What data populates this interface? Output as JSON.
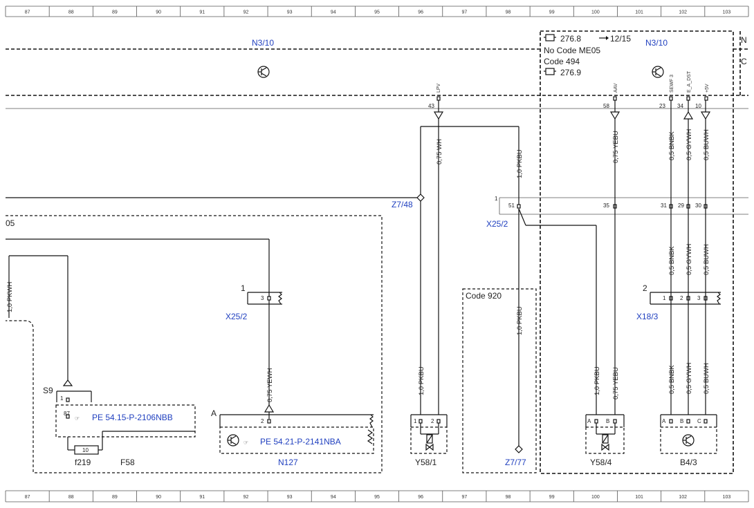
{
  "ruler": [
    "87",
    "88",
    "89",
    "90",
    "91",
    "92",
    "93",
    "94",
    "95",
    "96",
    "97",
    "98",
    "99",
    "100",
    "101",
    "102",
    "103"
  ],
  "labels": {
    "n3_10_left": "N3/10",
    "n3_10_right": "N3/10",
    "right_edge_n": "N",
    "right_edge_c": "C",
    "engine_276_8": "276.8",
    "ref_12_15": "12/15",
    "no_code": "No  Code ME05",
    "code_494": "Code 494",
    "engine_276_9": "276.9",
    "z7_48": "Z7/48",
    "x25_2_mid": "X25/2",
    "x25_2_left": "X25/2",
    "x18_3": "X18/3",
    "code_920": "Code 920",
    "z7_77": "Z7/77",
    "s9": "S9",
    "f219": "f219",
    "f58": "F58",
    "n127": "N127",
    "y58_1": "Y58/1",
    "y58_4": "Y58/4",
    "b4_3": "B4/3",
    "pe_2106": "PE 54.15-P-2106NBB",
    "pe_2141": "PE 54.21-P-2141NBA",
    "frag_05": "05"
  },
  "signals": {
    "lpv": "LPV",
    "aav": "AAV",
    "sewf3": "SEWF 3",
    "e_a_dst": "E_A_DST",
    "plus5v": "+5V"
  },
  "pins": {
    "p43": "43",
    "p58": "58",
    "p23": "23",
    "p34": "34",
    "p10": "10",
    "p51": "51",
    "p35": "35",
    "p31": "31",
    "p29": "29",
    "p30": "30",
    "c1_mid": "1",
    "c1_x25": "1",
    "p3_x25": "3",
    "c2_x18": "2",
    "x18_1": "1",
    "x18_2": "2",
    "x18_3": "3",
    "s9_1": "1",
    "s9_87": "87",
    "fuse_10": "10",
    "n127_a": "A",
    "n127_2": "2",
    "y58_1_1": "1",
    "y58_1_2": "2",
    "y58_4_a": "A",
    "y58_4_b": "B",
    "b4_3_a": "A",
    "b4_3_b": "B",
    "b4_3_c": "C"
  },
  "wires": {
    "w_075_wh": "0,75 WH",
    "w_10_pkbu_top": "1,0 PKBU",
    "w_075_yebu_top": "0,75 YEBU",
    "w_05_bnbk_top": "0,5 BNBK",
    "w_05_gywh_top": "0,5 GYWH",
    "w_05_buwh_top": "0,5 BUWH",
    "w_05_bnbk_mid": "0,5 BNBK",
    "w_05_gywh_mid": "0,5 GYWH",
    "w_05_buwh_mid": "0,5 BUWH",
    "w_05_bnbk_bot": "0,5 BNBK",
    "w_05_gywh_bot": "0,5 GYWH",
    "w_05_buwh_bot": "0,5 BUWH",
    "w_10_pkbu_mid": "1,0 PKBU",
    "w_10_pkbu_y581": "1,0 PKBU",
    "w_10_pkbu_y584": "1,0 PKBU",
    "w_075_yebu_y584": "0,75 YEBU",
    "w_075_yewh": "0,75 YEWH",
    "w_10_pkwh": "1,0 PKWH"
  },
  "colors": {
    "wire": "#111111",
    "link_text": "#1f3fbf",
    "text": "#222222"
  },
  "icons": [
    "transistor-icon",
    "engine-icon",
    "arrow-right-icon",
    "pointing-hand-icon",
    "solenoid-valve-icon",
    "ground-resistor-icon"
  ]
}
